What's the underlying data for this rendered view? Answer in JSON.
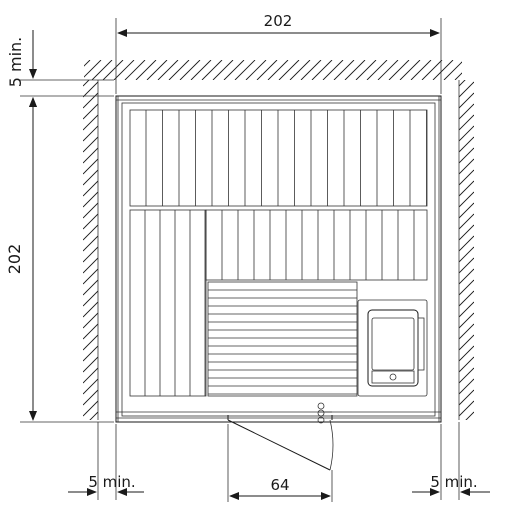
{
  "dimensions": {
    "top_width": "202",
    "left_height": "202",
    "top_clearance": "5 min.",
    "left_clearance": "5 min.",
    "right_clearance": "5 min.",
    "door_width": "64"
  }
}
